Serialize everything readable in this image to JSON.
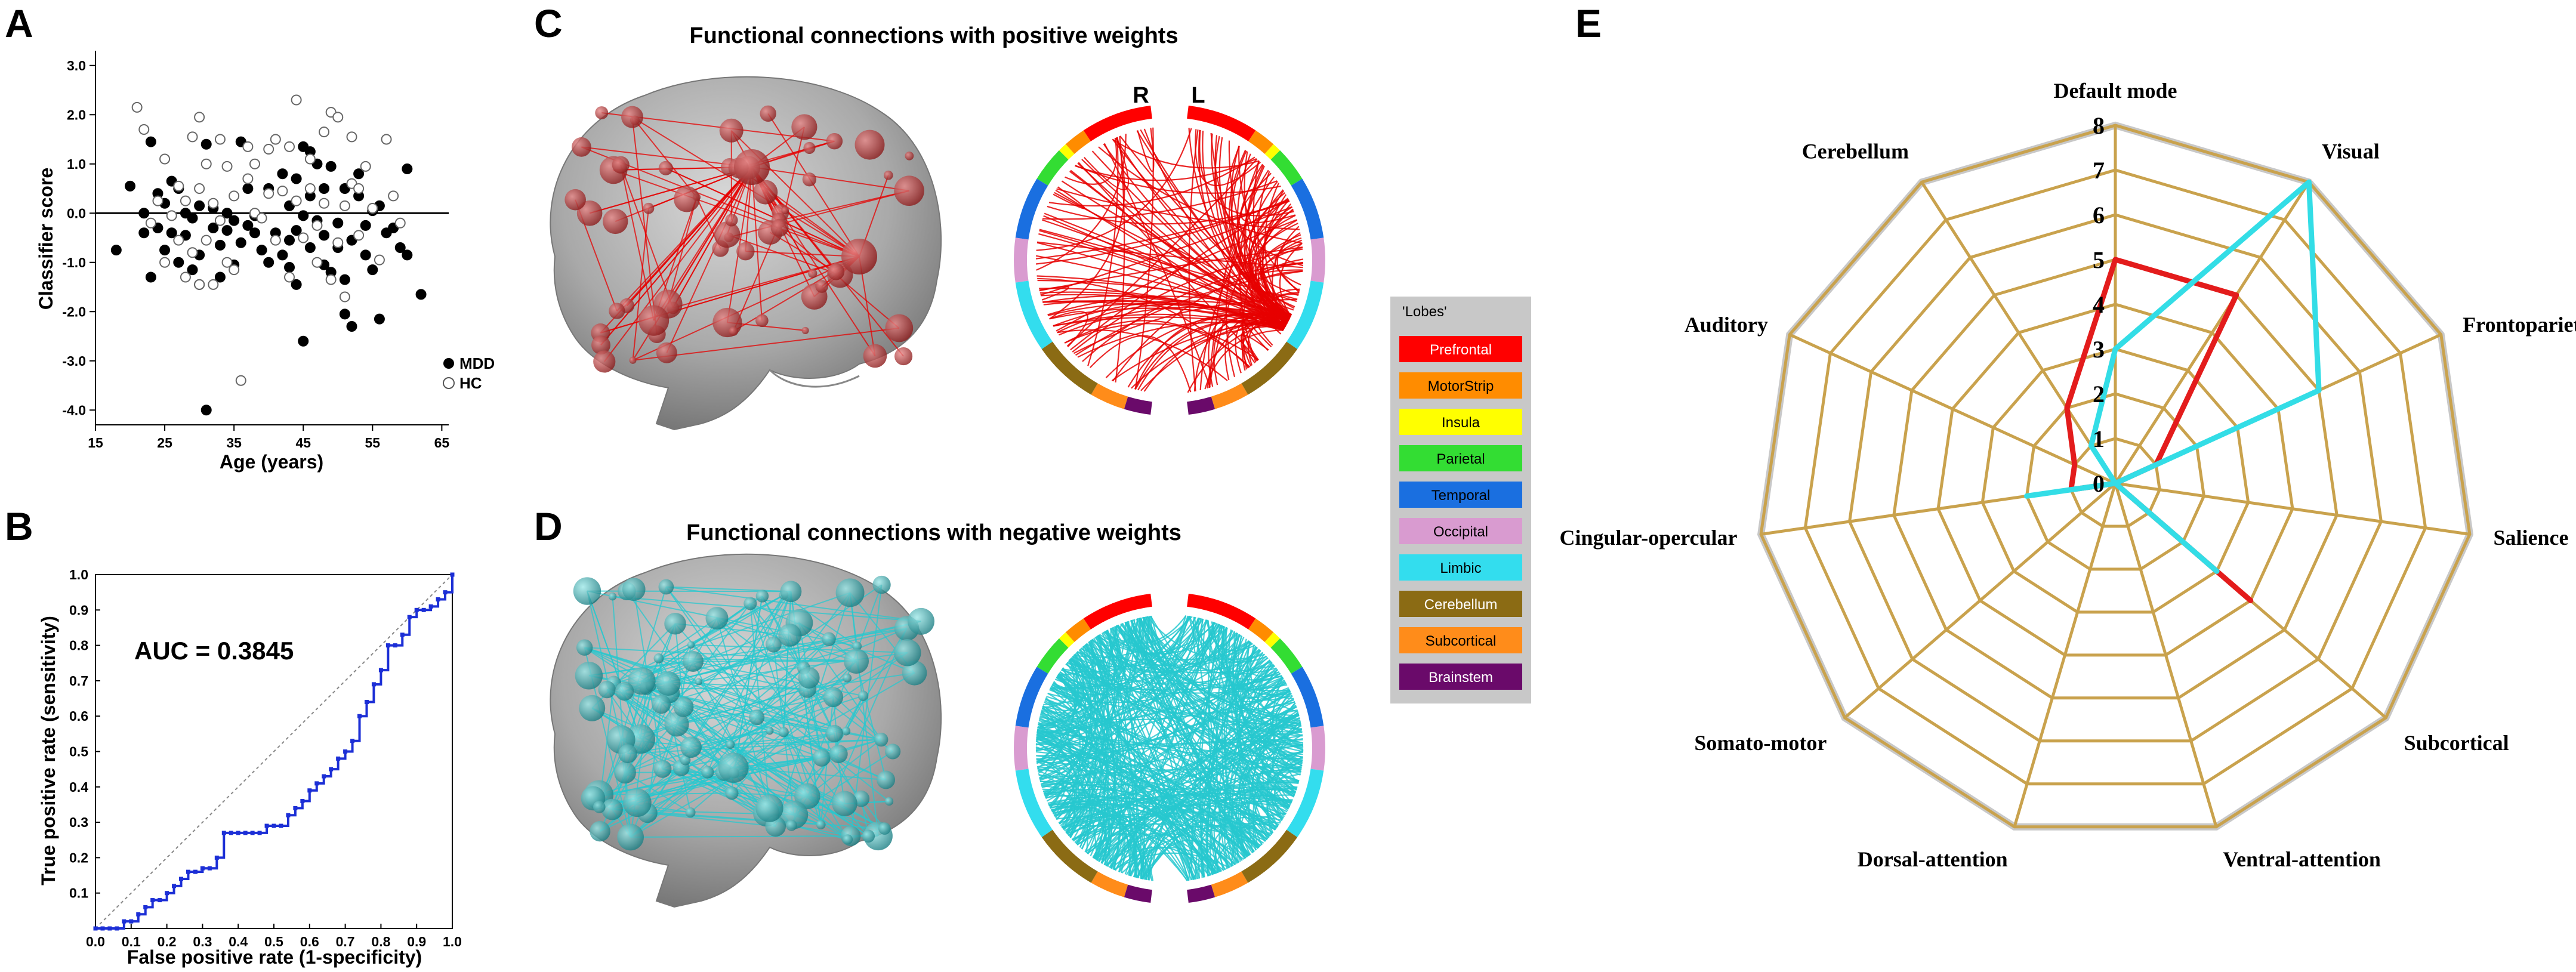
{
  "panels": {
    "a": "A",
    "b": "B",
    "c": "C",
    "d": "D",
    "e": "E"
  },
  "chart_data": [
    {
      "panel": "A",
      "type": "scatter",
      "xlabel": "Age (years)",
      "ylabel": "Classifier score",
      "xlim": [
        15,
        66
      ],
      "ylim": [
        -4.3,
        3.3
      ],
      "xticks": [
        "15",
        "25",
        "35",
        "45",
        "55",
        "65"
      ],
      "yticks": [
        "3.0",
        "2.0",
        "1.0",
        "0.0",
        "-1.0",
        "-2.0",
        "-3.0",
        "-4.0"
      ],
      "zero_line": true,
      "legend": {
        "position": "bottom-right",
        "entries": [
          "MDD",
          "HC"
        ]
      },
      "series": [
        {
          "name": "MDD",
          "marker": "filled-circle",
          "points": [
            [
              18,
              -0.75
            ],
            [
              20,
              0.55
            ],
            [
              22,
              0.0
            ],
            [
              22,
              -0.4
            ],
            [
              23,
              1.45
            ],
            [
              23,
              -1.3
            ],
            [
              24,
              0.4
            ],
            [
              24,
              -0.3
            ],
            [
              25,
              -0.75
            ],
            [
              25,
              0.2
            ],
            [
              26,
              0.65
            ],
            [
              26,
              -0.4
            ],
            [
              27,
              0.5
            ],
            [
              27,
              -1.0
            ],
            [
              28,
              0.0
            ],
            [
              28,
              -0.45
            ],
            [
              29,
              -1.15
            ],
            [
              29,
              -0.1
            ],
            [
              30,
              -1.45
            ],
            [
              30,
              0.15
            ],
            [
              30,
              -0.85
            ],
            [
              31,
              1.4
            ],
            [
              31,
              -4.0
            ],
            [
              32,
              -0.3
            ],
            [
              32,
              0.1
            ],
            [
              33,
              -0.65
            ],
            [
              33,
              -1.3
            ],
            [
              34,
              0.0
            ],
            [
              34,
              -0.35
            ],
            [
              35,
              -1.05
            ],
            [
              35,
              -0.15
            ],
            [
              36,
              1.45
            ],
            [
              36,
              -0.6
            ],
            [
              37,
              -0.25
            ],
            [
              37,
              0.5
            ],
            [
              38,
              -0.4
            ],
            [
              38,
              -0.05
            ],
            [
              39,
              -0.75
            ],
            [
              40,
              0.5
            ],
            [
              40,
              -1.0
            ],
            [
              41,
              -0.4
            ],
            [
              42,
              -0.85
            ],
            [
              42,
              0.8
            ],
            [
              43,
              0.15
            ],
            [
              43,
              -1.1
            ],
            [
              43,
              -0.55
            ],
            [
              44,
              -1.45
            ],
            [
              44,
              0.7
            ],
            [
              44,
              -0.35
            ],
            [
              45,
              1.35
            ],
            [
              45,
              -0.05
            ],
            [
              45,
              -2.6
            ],
            [
              46,
              0.35
            ],
            [
              46,
              -0.7
            ],
            [
              46,
              1.25
            ],
            [
              47,
              1.0
            ],
            [
              47,
              -0.15
            ],
            [
              48,
              0.5
            ],
            [
              48,
              -1.05
            ],
            [
              48,
              -0.45
            ],
            [
              49,
              -1.2
            ],
            [
              49,
              0.95
            ],
            [
              50,
              -0.7
            ],
            [
              50,
              -0.2
            ],
            [
              51,
              -1.35
            ],
            [
              51,
              0.5
            ],
            [
              51,
              -2.05
            ],
            [
              52,
              -0.55
            ],
            [
              52,
              -2.3
            ],
            [
              53,
              0.8
            ],
            [
              53,
              0.35
            ],
            [
              54,
              -0.25
            ],
            [
              54,
              -0.85
            ],
            [
              55,
              -1.15
            ],
            [
              55,
              0.05
            ],
            [
              56,
              0.15
            ],
            [
              56,
              -2.15
            ],
            [
              57,
              -0.4
            ],
            [
              58,
              -0.3
            ],
            [
              59,
              -0.7
            ],
            [
              60,
              0.9
            ],
            [
              60,
              -0.85
            ],
            [
              62,
              -1.65
            ]
          ]
        },
        {
          "name": "HC",
          "marker": "open-circle",
          "points": [
            [
              21,
              2.15
            ],
            [
              22,
              1.7
            ],
            [
              23,
              -0.2
            ],
            [
              24,
              0.25
            ],
            [
              25,
              -1.0
            ],
            [
              25,
              1.1
            ],
            [
              26,
              -0.05
            ],
            [
              27,
              -0.55
            ],
            [
              27,
              0.55
            ],
            [
              28,
              -1.3
            ],
            [
              28,
              0.25
            ],
            [
              29,
              -0.8
            ],
            [
              29,
              1.55
            ],
            [
              30,
              1.95
            ],
            [
              30,
              0.5
            ],
            [
              30,
              -1.45
            ],
            [
              31,
              -0.55
            ],
            [
              31,
              1.0
            ],
            [
              32,
              0.2
            ],
            [
              32,
              -1.45
            ],
            [
              33,
              -0.15
            ],
            [
              33,
              1.5
            ],
            [
              34,
              0.95
            ],
            [
              34,
              -1.0
            ],
            [
              35,
              -1.15
            ],
            [
              35,
              0.35
            ],
            [
              36,
              -3.4
            ],
            [
              37,
              0.7
            ],
            [
              37,
              1.35
            ],
            [
              38,
              0.0
            ],
            [
              38,
              1.0
            ],
            [
              39,
              -0.1
            ],
            [
              40,
              0.4
            ],
            [
              40,
              1.3
            ],
            [
              41,
              -0.55
            ],
            [
              41,
              1.5
            ],
            [
              42,
              0.45
            ],
            [
              43,
              -1.3
            ],
            [
              43,
              1.35
            ],
            [
              44,
              0.25
            ],
            [
              44,
              2.3
            ],
            [
              45,
              -0.5
            ],
            [
              46,
              0.5
            ],
            [
              46,
              1.1
            ],
            [
              47,
              -0.25
            ],
            [
              47,
              -1.0
            ],
            [
              48,
              1.65
            ],
            [
              48,
              0.2
            ],
            [
              49,
              2.05
            ],
            [
              49,
              -1.35
            ],
            [
              50,
              -0.6
            ],
            [
              50,
              1.95
            ],
            [
              51,
              0.15
            ],
            [
              51,
              -1.7
            ],
            [
              52,
              0.6
            ],
            [
              52,
              1.55
            ],
            [
              53,
              -0.45
            ],
            [
              53,
              0.5
            ],
            [
              54,
              0.95
            ],
            [
              55,
              0.1
            ],
            [
              56,
              -0.95
            ],
            [
              57,
              1.5
            ],
            [
              58,
              0.35
            ],
            [
              59,
              -0.2
            ]
          ]
        }
      ]
    },
    {
      "panel": "B",
      "type": "line",
      "xlabel": "False positive rate (1-specificity)",
      "ylabel": "True positive rate (sensitivity)",
      "xlim": [
        0,
        1
      ],
      "ylim": [
        0,
        1
      ],
      "xticks": [
        "0.0",
        "0.1",
        "0.2",
        "0.3",
        "0.4",
        "0.5",
        "0.6",
        "0.7",
        "0.8",
        "0.9",
        "1.0"
      ],
      "yticks": [
        "0.1",
        "0.2",
        "0.3",
        "0.4",
        "0.5",
        "0.6",
        "0.7",
        "0.8",
        "0.9",
        "1.0"
      ],
      "annotation": "AUC = 0.3845",
      "diagonal": true,
      "series": [
        {
          "style": "blue-step-with-points",
          "x": [
            0.0,
            0.02,
            0.04,
            0.06,
            0.08,
            0.1,
            0.12,
            0.14,
            0.16,
            0.18,
            0.2,
            0.22,
            0.24,
            0.26,
            0.28,
            0.3,
            0.32,
            0.34,
            0.36,
            0.38,
            0.4,
            0.42,
            0.44,
            0.46,
            0.48,
            0.5,
            0.52,
            0.54,
            0.56,
            0.58,
            0.6,
            0.62,
            0.64,
            0.66,
            0.68,
            0.7,
            0.72,
            0.74,
            0.76,
            0.78,
            0.8,
            0.82,
            0.84,
            0.86,
            0.88,
            0.9,
            0.92,
            0.94,
            0.96,
            0.98,
            1.0
          ],
          "y": [
            0.0,
            0.0,
            0.0,
            0.0,
            0.02,
            0.02,
            0.04,
            0.06,
            0.08,
            0.08,
            0.1,
            0.12,
            0.14,
            0.16,
            0.16,
            0.17,
            0.17,
            0.2,
            0.27,
            0.27,
            0.27,
            0.27,
            0.27,
            0.27,
            0.29,
            0.29,
            0.29,
            0.32,
            0.34,
            0.36,
            0.39,
            0.41,
            0.43,
            0.45,
            0.48,
            0.5,
            0.53,
            0.6,
            0.64,
            0.69,
            0.73,
            0.8,
            0.8,
            0.83,
            0.88,
            0.9,
            0.9,
            0.91,
            0.93,
            0.95,
            1.0
          ]
        }
      ]
    },
    {
      "panel": "E",
      "type": "radar",
      "axes": [
        "Default mode",
        "Visual",
        "Frontoparietal",
        "Salience",
        "Subcortical",
        "Ventral-attention",
        "Dorsal-attention",
        "Somato-motor",
        "Cingular-opercular",
        "Auditory",
        "Cerebellum"
      ],
      "rlim": [
        0,
        8
      ],
      "rticks": [
        "0",
        "1",
        "2",
        "3",
        "4",
        "5",
        "6",
        "7",
        "8"
      ],
      "series": [
        {
          "color": "#e31c1c",
          "values": [
            5,
            5,
            1,
            0,
            4,
            0,
            0,
            0,
            1,
            1,
            2
          ]
        },
        {
          "color": "#33dde6",
          "values": [
            3,
            8,
            5,
            0,
            3,
            0,
            0,
            0,
            2,
            0,
            1
          ]
        }
      ]
    }
  ],
  "panel_c": {
    "title": "Functional connections with positive weights",
    "right": "R",
    "left": "L"
  },
  "panel_d": {
    "title": "Functional connections with negative weights"
  },
  "lobes": {
    "title": "'Lobes'",
    "items": [
      {
        "label": "Prefrontal",
        "color": "#ff0000",
        "text": "#ffffff"
      },
      {
        "label": "MotorStrip",
        "color": "#ff8c00",
        "text": "#000000"
      },
      {
        "label": "Insula",
        "color": "#ffff00",
        "text": "#000000"
      },
      {
        "label": "Parietal",
        "color": "#33dd33",
        "text": "#000000"
      },
      {
        "label": "Temporal",
        "color": "#1a6fe0",
        "text": "#000000"
      },
      {
        "label": "Occipital",
        "color": "#d99bd0",
        "text": "#000000"
      },
      {
        "label": "Limbic",
        "color": "#33ddee",
        "text": "#000000"
      },
      {
        "label": "Cerebellum",
        "color": "#8b6b14",
        "text": "#ffffff"
      },
      {
        "label": "Subcortical",
        "color": "#ff8c1a",
        "text": "#000000"
      },
      {
        "label": "Brainstem",
        "color": "#6a0a6a",
        "text": "#ffffff"
      }
    ]
  },
  "colors": {
    "positive": "#e60000",
    "negative": "#27c8cf",
    "roc": "#1c2fd6",
    "radar_grid": "#c9a24d"
  }
}
